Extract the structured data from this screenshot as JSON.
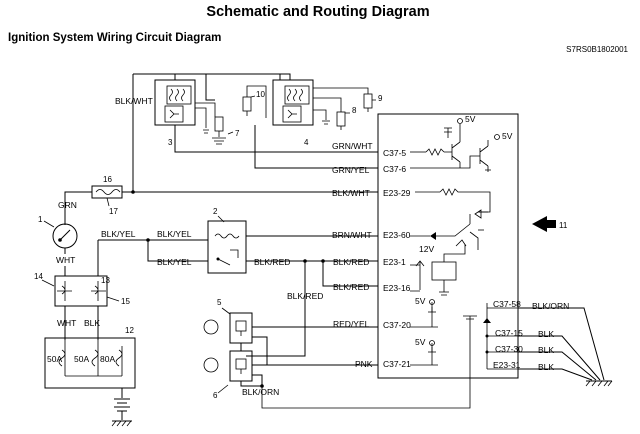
{
  "header": {
    "title": "Schematic and Routing Diagram",
    "subtitle": "Ignition System Wiring Circuit Diagram",
    "code": "S7RS0B1802001"
  },
  "wires": {
    "blk_wht_top": "BLK/WHT",
    "grn_wht": "GRN/WHT",
    "grn_yel": "GRN/YEL",
    "blk_wht_mid": "BLK/WHT",
    "grn": "GRN",
    "wht_switch": "WHT",
    "blk_yel_1": "BLK/YEL",
    "blk_yel_2": "BLK/YEL",
    "blk_yel_3": "BLK/YEL",
    "brn_wht": "BRN/WHT",
    "blk_red_1": "BLK/RED",
    "blk_red_2": "BLK/RED",
    "blk_red_3": "BLK/RED",
    "blk_red_4": "BLK/RED",
    "red_yel": "RED/YEL",
    "pnk": "PNK",
    "blk_orn_1": "BLK/ORN",
    "blk_orn_2": "BLK/ORN",
    "blk_1": "BLK",
    "blk_2": "BLK",
    "blk_3": "BLK",
    "wht_fuse": "WHT",
    "blk_fuse": "BLK"
  },
  "terminals": {
    "c37_5": "C37-5",
    "c37_6": "C37-6",
    "e23_29": "E23-29",
    "e23_60": "E23-60",
    "e23_1": "E23-1",
    "e23_16": "E23-16",
    "c37_20": "C37-20",
    "c37_21": "C37-21",
    "c37_58": "C37-58",
    "c37_15": "C37-15",
    "c37_30": "C37-30",
    "e23_31": "E23-31"
  },
  "voltages": {
    "v5_1": "5V",
    "v5_2": "5V",
    "v12": "12V",
    "v5_3": "5V",
    "v5_4": "5V"
  },
  "fuses": {
    "f1": "50A",
    "f2": "50A",
    "f3": "80A"
  },
  "callouts": {
    "n1": "1",
    "n2": "2",
    "n3": "3",
    "n4": "4",
    "n5": "5",
    "n6": "6",
    "n7": "7",
    "n8": "8",
    "n9": "9",
    "n10": "10",
    "n11": "11",
    "n12": "12",
    "n13": "13",
    "n14": "14",
    "n15": "15",
    "n16": "16",
    "n17": "17"
  }
}
